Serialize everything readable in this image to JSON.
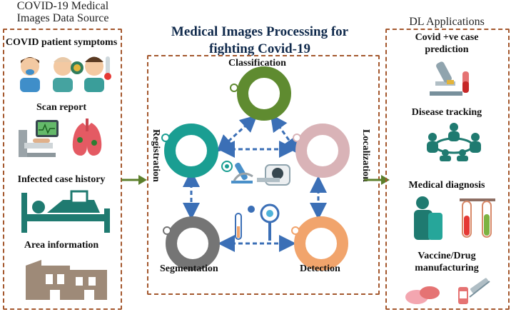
{
  "left_panel": {
    "header_line1": "COVID-19 Medical",
    "header_line2": "Images Data Source",
    "items": [
      {
        "label": "COVID patient symptoms",
        "icon": "patient-symptoms-icon"
      },
      {
        "label": "Scan report",
        "icon": "scan-report-icon"
      },
      {
        "label": "Infected case history",
        "icon": "hospital-bed-icon"
      },
      {
        "label": "Area information",
        "icon": "buildings-icon"
      }
    ]
  },
  "center_panel": {
    "title_line1": "Medical Images Processing for",
    "title_line2": "fighting Covid-19",
    "nodes": {
      "classification": {
        "label": "Classification",
        "color": "#5f8b30"
      },
      "registration": {
        "label": "Registration",
        "color": "#1a9e92"
      },
      "localization": {
        "label": "Localization",
        "color": "#d9b3b7"
      },
      "segmentation": {
        "label": "Segmentation",
        "color": "#757575"
      },
      "detection": {
        "label": "Detection",
        "color": "#f1a46c"
      }
    }
  },
  "right_panel": {
    "header": "DL Applications",
    "items": [
      {
        "label_line1": "Covid +ve case",
        "label_line2": "prediction",
        "icon": "microscope-icon"
      },
      {
        "label_line1": "Disease tracking",
        "label_line2": "",
        "icon": "team-meeting-icon"
      },
      {
        "label_line1": "Medical diagnosis",
        "label_line2": "",
        "icon": "doctor-test-tubes-icon"
      },
      {
        "label_line1": "Vaccine/Drug",
        "label_line2": "manufacturing",
        "icon": "pills-syringe-icon"
      }
    ]
  },
  "colors": {
    "panel_border": "#a4582e",
    "flow_arrow": "#5c7f2c",
    "dashed_arrow": "#3b6fb6",
    "icon_teal": "#1f7a70"
  }
}
